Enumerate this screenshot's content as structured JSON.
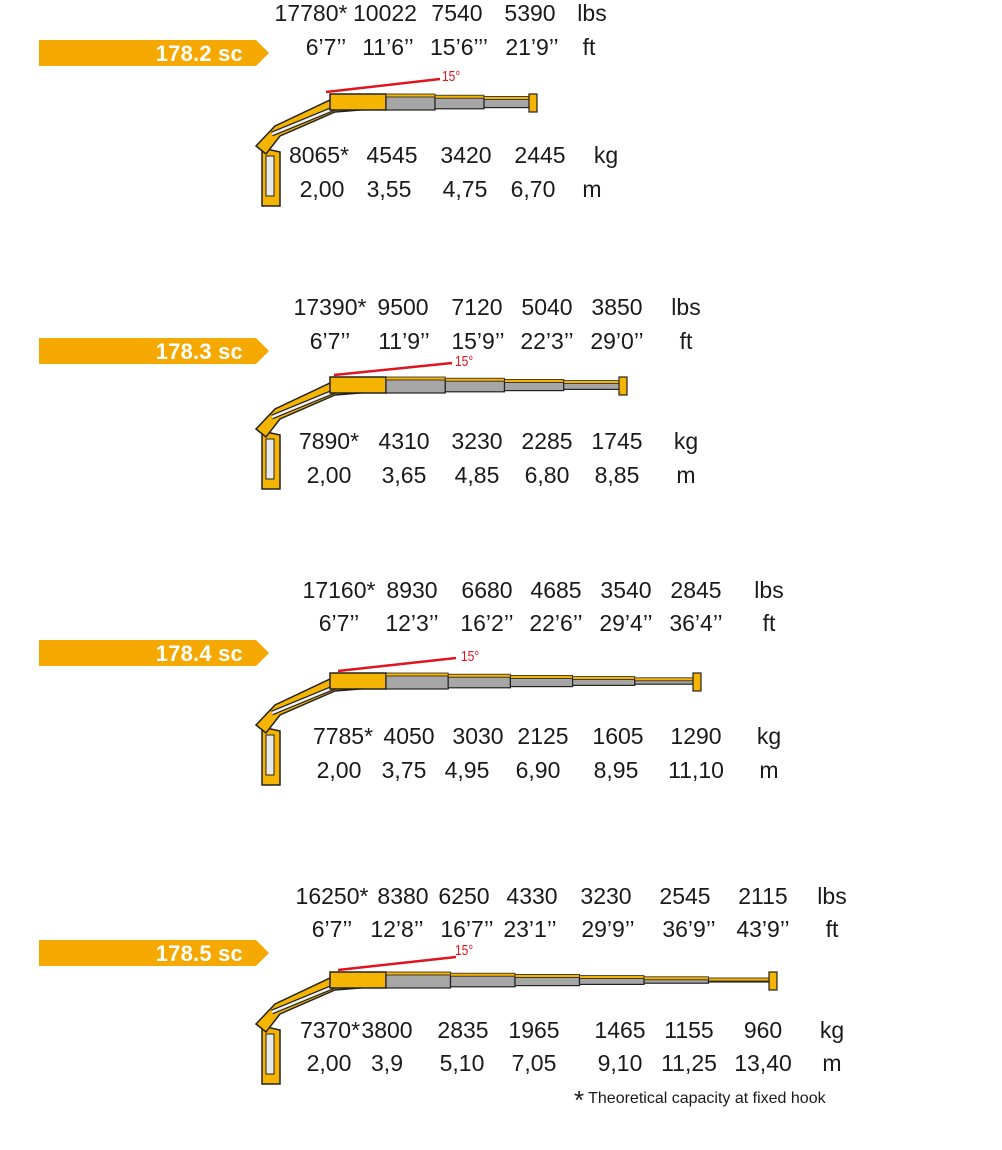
{
  "colors": {
    "badge": "#f5a800",
    "crane_yellow": "#f5b400",
    "boom_grey": "#a6a6a6",
    "angle_line": "#e0141e"
  },
  "sections": [
    {
      "model": "178.2 sc",
      "angle": "15°",
      "lbs": [
        "17780*",
        "10022",
        "7540",
        "5390"
      ],
      "ft": [
        "6’7’’",
        "11’6’’",
        "15’6’’’",
        "21’9’’"
      ],
      "kg": [
        "8065*",
        "4545",
        "3420",
        "2445"
      ],
      "m": [
        "2,00",
        "3,55",
        "4,75",
        "6,70"
      ],
      "units": {
        "lbs": "lbs",
        "ft": "ft",
        "kg": "kg",
        "m": "m"
      }
    },
    {
      "model": "178.3 sc",
      "angle": "15°",
      "lbs": [
        "17390*",
        "9500",
        "7120",
        "5040",
        "3850"
      ],
      "ft": [
        "6’7’’",
        "11’9’’",
        "15’9’’",
        "22’3’’",
        "29’0’’"
      ],
      "kg": [
        "7890*",
        "4310",
        "3230",
        "2285",
        "1745"
      ],
      "m": [
        "2,00",
        "3,65",
        "4,85",
        "6,80",
        "8,85"
      ],
      "units": {
        "lbs": "lbs",
        "ft": "ft",
        "kg": "kg",
        "m": "m"
      }
    },
    {
      "model": "178.4 sc",
      "angle": "15°",
      "lbs": [
        "17160*",
        "8930",
        "6680",
        "4685",
        "3540",
        "2845"
      ],
      "ft": [
        "6’7’’",
        "12’3’’",
        "16’2’’",
        "22’6’’",
        "29’4’’",
        "36’4’’"
      ],
      "kg": [
        "7785*",
        "4050",
        "3030",
        "2125",
        "1605",
        "1290"
      ],
      "m": [
        "2,00",
        "3,75",
        "4,95",
        "6,90",
        "8,95",
        "11,10"
      ],
      "units": {
        "lbs": "lbs",
        "ft": "ft",
        "kg": "kg",
        "m": "m"
      }
    },
    {
      "model": "178.5 sc",
      "angle": "15°",
      "lbs": [
        "16250*",
        "8380",
        "6250",
        "4330",
        "3230",
        "2545",
        "2115"
      ],
      "ft": [
        "6’7’’",
        "12’8’’",
        "16’7’’",
        "23’1’’",
        "29’9’’",
        "36’9’’",
        "43’9’’"
      ],
      "kg": [
        "7370*",
        "3800",
        "2835",
        "1965",
        "1465",
        "1155",
        "960"
      ],
      "m": [
        "2,00",
        "3,9",
        "5,10",
        "7,05",
        "9,10",
        "11,25",
        "13,40"
      ],
      "units": {
        "lbs": "lbs",
        "ft": "ft",
        "kg": "kg",
        "m": "m"
      }
    }
  ],
  "footnote": {
    "symbol": "*",
    "text": "Theoretical capacity at fixed hook"
  }
}
